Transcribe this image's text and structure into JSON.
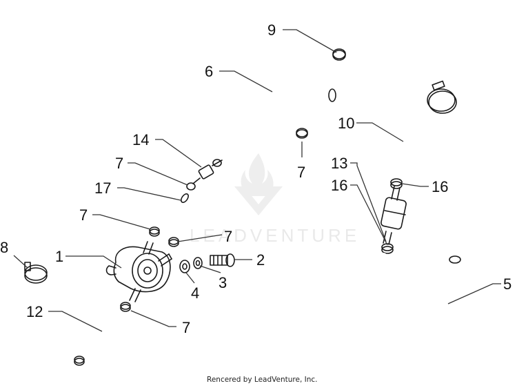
{
  "diagram": {
    "watermark_text": "LEADVENTURE",
    "footer_credit": "Rencered by LeadVenture, Inc.",
    "callouts": [
      "1",
      "2",
      "3",
      "4",
      "5",
      "6",
      "7",
      "7",
      "7",
      "7",
      "7",
      "8",
      "9",
      "10",
      "12",
      "13",
      "14",
      "16",
      "16",
      "17"
    ]
  }
}
